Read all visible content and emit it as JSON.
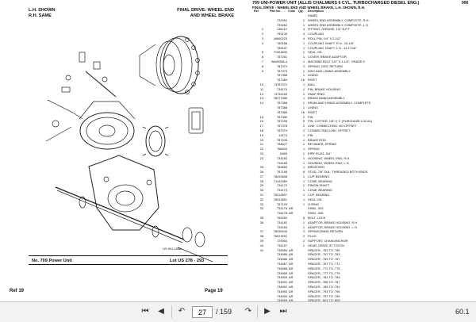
{
  "left_page": {
    "header_left": [
      "L.H. SHOWN",
      "R.H. SAME"
    ],
    "header_right": [
      "FINAL DRIVE: WHEEL END",
      "AND WHEEL BRAKE"
    ],
    "serial": "US 901-1088",
    "footer_model": "No. 709 Power Unit",
    "footer_lot": "Lot US 278 - 293",
    "ref_label": "Ref  19",
    "page_label": "Page  19"
  },
  "right_page": {
    "title": "709 UNI-POWER UNIT (ALLIS CHALMERS 6 CYL. TURBOCHARGED DIESEL ENG.)",
    "subtitle": "FINAL DRIVE - WHEEL END AND WHEEL BRAKE, L.H. SHOWN, R.H.",
    "code": "906",
    "columns": [
      "Ref",
      "Part No.",
      "Code",
      "Qty",
      "Description"
    ],
    "rows": [
      {
        "ref": "",
        "part": "",
        "code": "",
        "qty": "",
        "desc": "SAME)"
      },
      {
        "ref": "",
        "part": "733261",
        "code": "",
        "qty": "1",
        "desc": "WHEEL END ASSEMBLY, COMPLETE, R.H."
      },
      {
        "ref": "",
        "part": "733262",
        "code": "",
        "qty": "1",
        "desc": "WHEEL END ASSEMBLY, COMPLETE, L.H."
      },
      {
        "ref": "1",
        "part": "13611X",
        "code": "",
        "qty": "4",
        "desc": "FITTING, GREASE, 1/4\" N.P.T."
      },
      {
        "ref": "2",
        "part": "790139",
        "code": "",
        "qty": "4",
        "desc": "COUPLING"
      },
      {
        "ref": "3",
        "part": "W600223",
        "code": "",
        "qty": "4",
        "desc": "ROLL PIN, 1/4\" X 2-1/2\""
      },
      {
        "ref": "4",
        "part": "789186",
        "code": "",
        "qty": "1",
        "desc": "COUPLING SHAFT, R.H., 19-1/8\""
      },
      {
        "ref": "",
        "part": "789187",
        "code": "",
        "qty": "1",
        "desc": "COUPLING SHAFT, L.H., 11-17/16\""
      },
      {
        "ref": "5",
        "part": "71003830",
        "code": "",
        "qty": "1",
        "desc": "SEAL, OIL"
      },
      {
        "ref": "6",
        "part": "787261",
        "code": "",
        "qty": "1",
        "desc": "COVER, BRAKE ADAPTOR"
      },
      {
        "ref": "7",
        "part": "W600356-4",
        "code": "",
        "qty": "1",
        "desc": "MACHINE BOLT, 1/2\" X 1-1/4\", GRADE 5"
      },
      {
        "ref": "8",
        "part": "787370",
        "code": "",
        "qty": "2",
        "desc": "SPRING, DISC RETURN"
      },
      {
        "ref": "9",
        "part": "787370",
        "code": "",
        "qty": "1",
        "desc": "DISC AND LINING ASSEMBLY"
      },
      {
        "ref": "",
        "part": "787388",
        "code": "",
        "qty": "1",
        "desc": "LINING"
      },
      {
        "ref": "",
        "part": "787389",
        "code": "",
        "qty": "16",
        "desc": "RIVET"
      },
      {
        "ref": "10",
        "part": "N787372",
        "code": "",
        "qty": "1",
        "desc": "BALL"
      },
      {
        "ref": "11",
        "part": "734170",
        "code": "",
        "qty": "1",
        "desc": "PIN, BRAKE HOUSING"
      },
      {
        "ref": "12",
        "part": "N734160",
        "code": "",
        "qty": "2",
        "desc": "SNAP RING"
      },
      {
        "ref": "13",
        "part": "78277385",
        "code": "",
        "qty": "1",
        "desc": "BRAKE BAND ASSEMBLY"
      },
      {
        "ref": "14",
        "part": "787368",
        "code": "",
        "qty": "1",
        "desc": "DRUM AND LINING ASSEMBLY, COMPLETE"
      },
      {
        "ref": "",
        "part": "787388",
        "code": "",
        "qty": "1",
        "desc": "LINING"
      },
      {
        "ref": "",
        "part": "787389",
        "code": "",
        "qty": "16",
        "desc": "RIVET"
      },
      {
        "ref": "15",
        "part": "787380",
        "code": "",
        "qty": "2",
        "desc": "PIN"
      },
      {
        "ref": "16",
        "part": "787206",
        "code": "",
        "qty": "5",
        "desc": "PIN, COTTER, 1/8\" X 1\" (PURCHASE LOCAL)"
      },
      {
        "ref": "17",
        "part": "787378",
        "code": "",
        "qty": "2",
        "desc": "LINK, CONNECTING, NO OFFSET"
      },
      {
        "ref": "18",
        "part": "787379",
        "code": "",
        "qty": "2",
        "desc": "CONNECTING LINK, OFFSET"
      },
      {
        "ref": "19",
        "part": "13174",
        "code": "",
        "qty": "1",
        "desc": "PIN"
      },
      {
        "ref": "20",
        "part": "787205",
        "code": "",
        "qty": "1",
        "desc": "BRAKE ROD"
      },
      {
        "ref": "21",
        "part": "768427",
        "code": "",
        "qty": "1",
        "desc": "RETAINER, SPRING"
      },
      {
        "ref": "22",
        "part": "768424",
        "code": "",
        "qty": "1",
        "desc": "SPRING"
      },
      {
        "ref": "23",
        "part": "K659",
        "code": "",
        "qty": "1",
        "desc": "PIPE PLUG, 3/4\""
      },
      {
        "ref": "24",
        "part": "734183",
        "code": "",
        "qty": "1",
        "desc": "HOUSING, WHEEL END, R.H."
      },
      {
        "ref": "",
        "part": "734185",
        "code": "",
        "qty": "1",
        "desc": "HOUSING, WHEEL END, L.H."
      },
      {
        "ref": "25",
        "part": "783653",
        "code": "",
        "qty": "1",
        "desc": "BREATHER"
      },
      {
        "ref": "26",
        "part": "787198",
        "code": "",
        "qty": "8",
        "desc": "STUD, 7/8\" DIA., THREADED BOTH ENDS"
      },
      {
        "ref": "27",
        "part": "78243656",
        "code": "",
        "qty": "1",
        "desc": "CUP, BEARING"
      },
      {
        "ref": "28",
        "part": "71143380",
        "code": "",
        "qty": "1",
        "desc": "CONE, BEARING"
      },
      {
        "ref": "29",
        "part": "734172",
        "code": "",
        "qty": "1",
        "desc": "PINION SHAFT"
      },
      {
        "ref": "30",
        "part": "734173",
        "code": "",
        "qty": "1",
        "desc": "CONE, BEARING"
      },
      {
        "ref": "31",
        "part": "78213837",
        "code": "",
        "qty": "1",
        "desc": "CUP, BEARING"
      },
      {
        "ref": "32",
        "part": "76913851",
        "code": "",
        "qty": "1",
        "desc": "SEAL, OIL"
      },
      {
        "ref": "33",
        "part": "787109",
        "code": "",
        "qty": "1",
        "desc": "O-RING"
      },
      {
        "ref": "34",
        "part": "734176",
        "code": "AR",
        "qty": "",
        "desc": "SHIM, .003"
      },
      {
        "ref": "",
        "part": "734178",
        "code": "AR",
        "qty": "",
        "desc": "SHIM, .005"
      },
      {
        "ref": "35",
        "part": "765250",
        "code": "",
        "qty": "6",
        "desc": "BOLT, LOCK"
      },
      {
        "ref": "36",
        "part": "734182",
        "code": "",
        "qty": "1",
        "desc": "ADAPTOR, BRAKE HOUSING, R.H."
      },
      {
        "ref": "",
        "part": "734184",
        "code": "",
        "qty": "1",
        "desc": "ADAPTOR, BRAKE HOUSING, L.H."
      },
      {
        "ref": "37",
        "part": "78239444",
        "code": "",
        "qty": "2",
        "desc": "SPRING BAND RETURN"
      },
      {
        "ref": "38",
        "part": "76917631",
        "code": "",
        "qty": "2",
        "desc": "PLUG"
      },
      {
        "ref": "39",
        "part": "729054",
        "code": "",
        "qty": "2",
        "desc": "SUPPORT, CHAIN ANCHOR"
      },
      {
        "ref": "40",
        "part": "734157",
        "code": "",
        "qty": "1",
        "desc": "GEAR, DRIVE, 87 TOOTH"
      },
      {
        "ref": "41",
        "part": "734984",
        "code": "AR",
        "qty": "",
        "desc": "SPACER, .751 TO .759"
      },
      {
        "ref": "",
        "part": "734985",
        "code": "AR",
        "qty": "",
        "desc": "SPACER, .757 TO .763"
      },
      {
        "ref": "",
        "part": "734986",
        "code": "AR",
        "qty": "",
        "desc": "SPACER, .763 TO .767"
      },
      {
        "ref": "",
        "part": "734987",
        "code": "AR",
        "qty": "",
        "desc": "SPACER, .767 TO .771"
      },
      {
        "ref": "",
        "part": "734988",
        "code": "AR",
        "qty": "",
        "desc": "SPACER, .771 TO .775"
      },
      {
        "ref": "",
        "part": "734989",
        "code": "AR",
        "qty": "",
        "desc": "SPACER, .777 TO .779"
      },
      {
        "ref": "",
        "part": "734990",
        "code": "AR",
        "qty": "",
        "desc": "SPACER, .781 TO .783"
      },
      {
        "ref": "",
        "part": "734991",
        "code": "AR",
        "qty": "",
        "desc": "SPACER, .785 TO .787"
      },
      {
        "ref": "",
        "part": "734992",
        "code": "AR",
        "qty": "",
        "desc": "SPACER, .789 TO .791"
      },
      {
        "ref": "",
        "part": "734993",
        "code": "AR",
        "qty": "",
        "desc": "SPACER, .793 TO .795"
      },
      {
        "ref": "",
        "part": "734994",
        "code": "AR",
        "qty": "",
        "desc": "SPACER, .797 TO .799"
      },
      {
        "ref": "",
        "part": "734995",
        "code": "AR",
        "qty": "",
        "desc": "SPACER, .801 TO .803"
      },
      {
        "ref": "",
        "part": "734996",
        "code": "AR",
        "qty": "",
        "desc": "SPACER, .805 TO .807"
      },
      {
        "ref": "",
        "part": "734997",
        "code": "AR",
        "qty": "",
        "desc": "SPACER, .809 TO .811"
      }
    ]
  },
  "viewer": {
    "page_current": "27",
    "page_total": "/ 159",
    "zoom": "60.1",
    "icons": [
      "nav-first-icon",
      "nav-prev-icon",
      "nav-next-icon",
      "nav-last-icon",
      "nav-back-icon",
      "nav-forward-icon"
    ]
  }
}
